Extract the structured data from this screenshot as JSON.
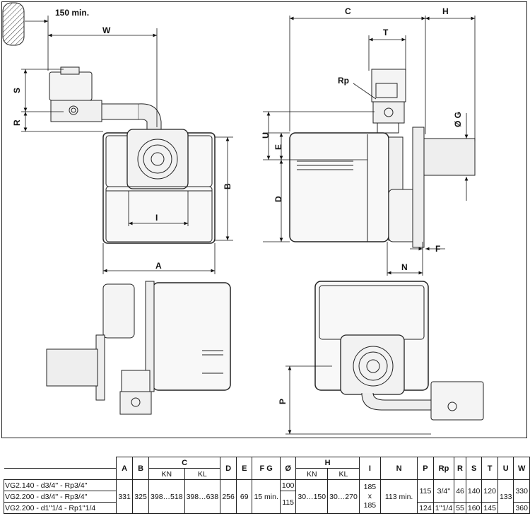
{
  "dimension_labels": {
    "clearance": "150 min.",
    "W": "W",
    "S": "S",
    "R": "R",
    "I": "I",
    "A": "A",
    "B": "B",
    "C": "C",
    "H": "H",
    "T": "T",
    "Rp": "Rp",
    "U": "U",
    "E": "E",
    "D": "D",
    "G": "Ø G",
    "F": "F",
    "N": "N",
    "P": "P"
  },
  "table": {
    "headers": {
      "A": "A",
      "B": "B",
      "C": "C",
      "C_KN": "KN",
      "C_KL": "KL",
      "D": "D",
      "E": "E",
      "F": "F",
      "G": "G",
      "O": "Ø",
      "H": "H",
      "H_KN": "KN",
      "H_KL": "KL",
      "I": "I",
      "N": "N",
      "P": "P",
      "Rp": "Rp",
      "R": "R",
      "S": "S",
      "T": "T",
      "U": "U",
      "W": "W"
    },
    "rows": [
      {
        "model": "VG2.140 - d3/4'' - Rp3/4''"
      },
      {
        "model": "VG2.200 - d3/4'' - Rp3/4''"
      },
      {
        "model": "VG2.200 - d1''1/4 - Rp1''1/4"
      }
    ],
    "values": {
      "A": "331",
      "B": "325",
      "C_KN": "398…518",
      "C_KL": "398…638",
      "D": "256",
      "E": "69",
      "FG": "15 min.",
      "O1": "100",
      "O2": "115",
      "H_KN": "30…150",
      "H_KL": "30…270",
      "I": "185 x 185",
      "N": "113 min.",
      "P1": "115",
      "P2": "124",
      "Rp1": "3/4''",
      "Rp2": "1''1/4",
      "R1": "46",
      "R2": "55",
      "S1": "140",
      "S2": "160",
      "T1": "120",
      "T2": "145",
      "U": "133",
      "W1": "330",
      "W2": "360"
    }
  }
}
